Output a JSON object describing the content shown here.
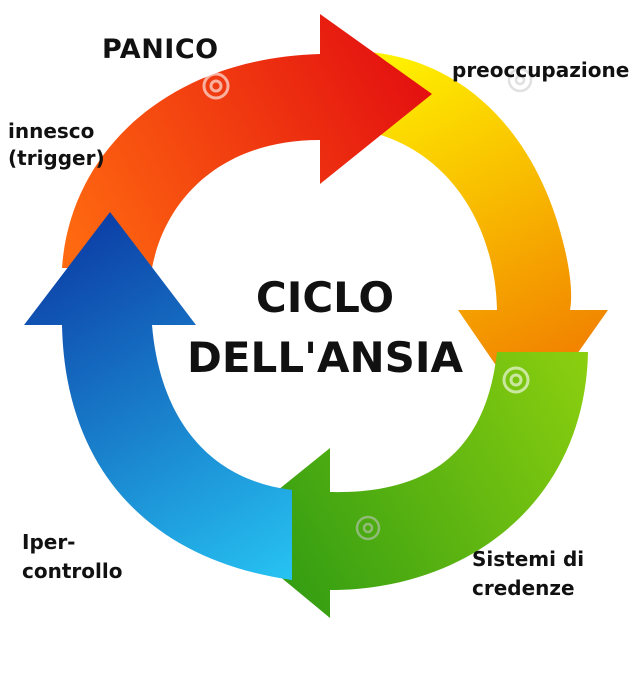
{
  "diagram": {
    "center_title": {
      "line1": "CICLO",
      "line2": "DELL'ANSIA"
    },
    "stages": [
      {
        "id": "panico",
        "lines": [
          "PANICO"
        ]
      },
      {
        "id": "preoccupazione",
        "lines": [
          "preoccupazione"
        ]
      },
      {
        "id": "sistemi",
        "lines": [
          "Sistemi di",
          "credenze"
        ]
      },
      {
        "id": "ipercontrollo",
        "lines": [
          "Iper-",
          "controllo"
        ]
      },
      {
        "id": "innesco",
        "lines": [
          "innesco",
          "(trigger)"
        ]
      }
    ],
    "arrows": [
      {
        "name": "red-orange",
        "from": "#ff6a10",
        "to": "#e30f10"
      },
      {
        "name": "yellow-orange",
        "from": "#fff200",
        "to": "#f07800"
      },
      {
        "name": "green",
        "from": "#8ccf10",
        "to": "#2e9a12"
      },
      {
        "name": "blue",
        "from": "#27c4f3",
        "to": "#0c3ea6"
      }
    ],
    "watermark_icon": "dreamstime-spiral-icon"
  }
}
